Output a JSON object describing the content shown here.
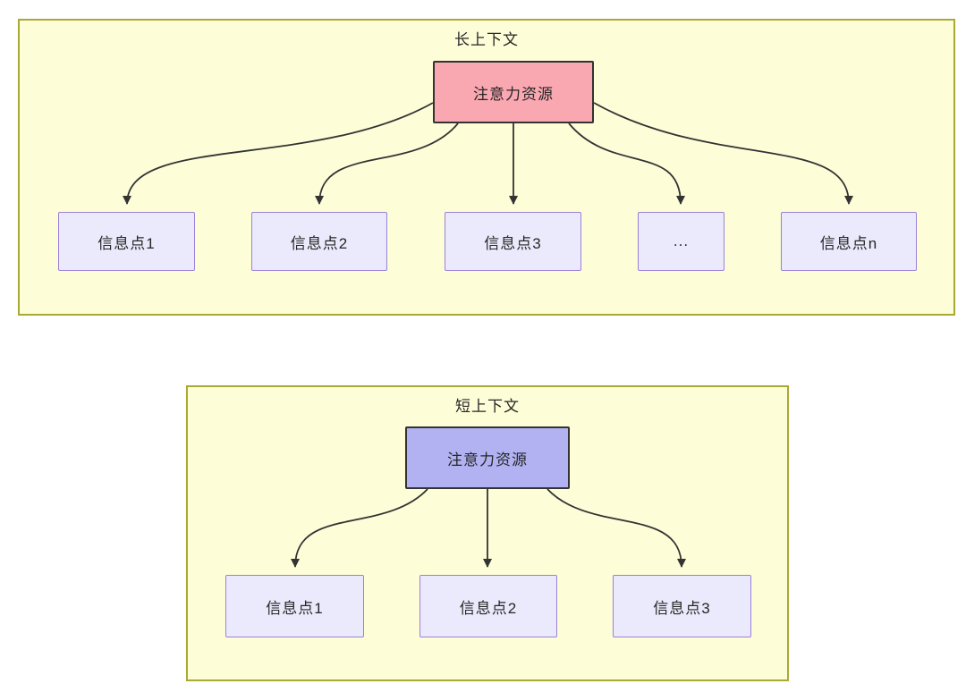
{
  "diagram": {
    "long_context": {
      "title": "长上下文",
      "source": {
        "label": "注意力资源"
      },
      "targets": [
        {
          "label": "信息点1"
        },
        {
          "label": "信息点2"
        },
        {
          "label": "信息点3"
        },
        {
          "label": "..."
        },
        {
          "label": "信息点n"
        }
      ]
    },
    "short_context": {
      "title": "短上下文",
      "source": {
        "label": "注意力资源"
      },
      "targets": [
        {
          "label": "信息点1"
        },
        {
          "label": "信息点2"
        },
        {
          "label": "信息点3"
        }
      ]
    },
    "colors": {
      "container_fill": "#fdfdd8",
      "container_border": "#a9a936",
      "long_source_fill": "#f9a7b1",
      "short_source_fill": "#b2b2f2",
      "target_fill": "#eaeafc",
      "target_border": "#9c7fd9",
      "node_border": "#333333",
      "arrow": "#333333",
      "text": "#262626"
    }
  }
}
